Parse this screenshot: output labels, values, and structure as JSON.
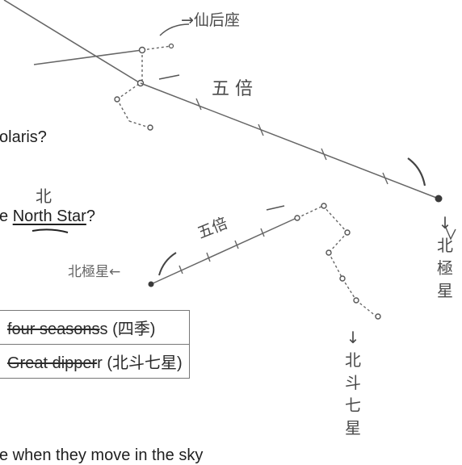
{
  "question_fragments": {
    "polaris": "olaris?",
    "north_star_prefix": "e ",
    "north_star_term": "North Star",
    "north_star_suffix": "?",
    "bottom_line": "e when they move in the sky"
  },
  "handwritten_labels": {
    "cassiopeia_arrow": "→仙后座",
    "five_times_upper": "五 倍",
    "north_char_over_term": "北",
    "five_times_lower": "五倍",
    "polaris_left": "北極星←",
    "polaris_vertical": [
      "↓",
      "北",
      "極",
      "星"
    ],
    "big_dipper_vertical": [
      "↓",
      "北",
      "斗",
      "七",
      "星"
    ]
  },
  "table": {
    "rows": [
      {
        "struck": "four seasons",
        "kept": "s (四季)"
      },
      {
        "struck": "Great dipper",
        "kept": "r (北斗七星)"
      }
    ]
  },
  "colors": {
    "ink": "#555555",
    "print": "#1f1f1f",
    "border": "#777777"
  }
}
